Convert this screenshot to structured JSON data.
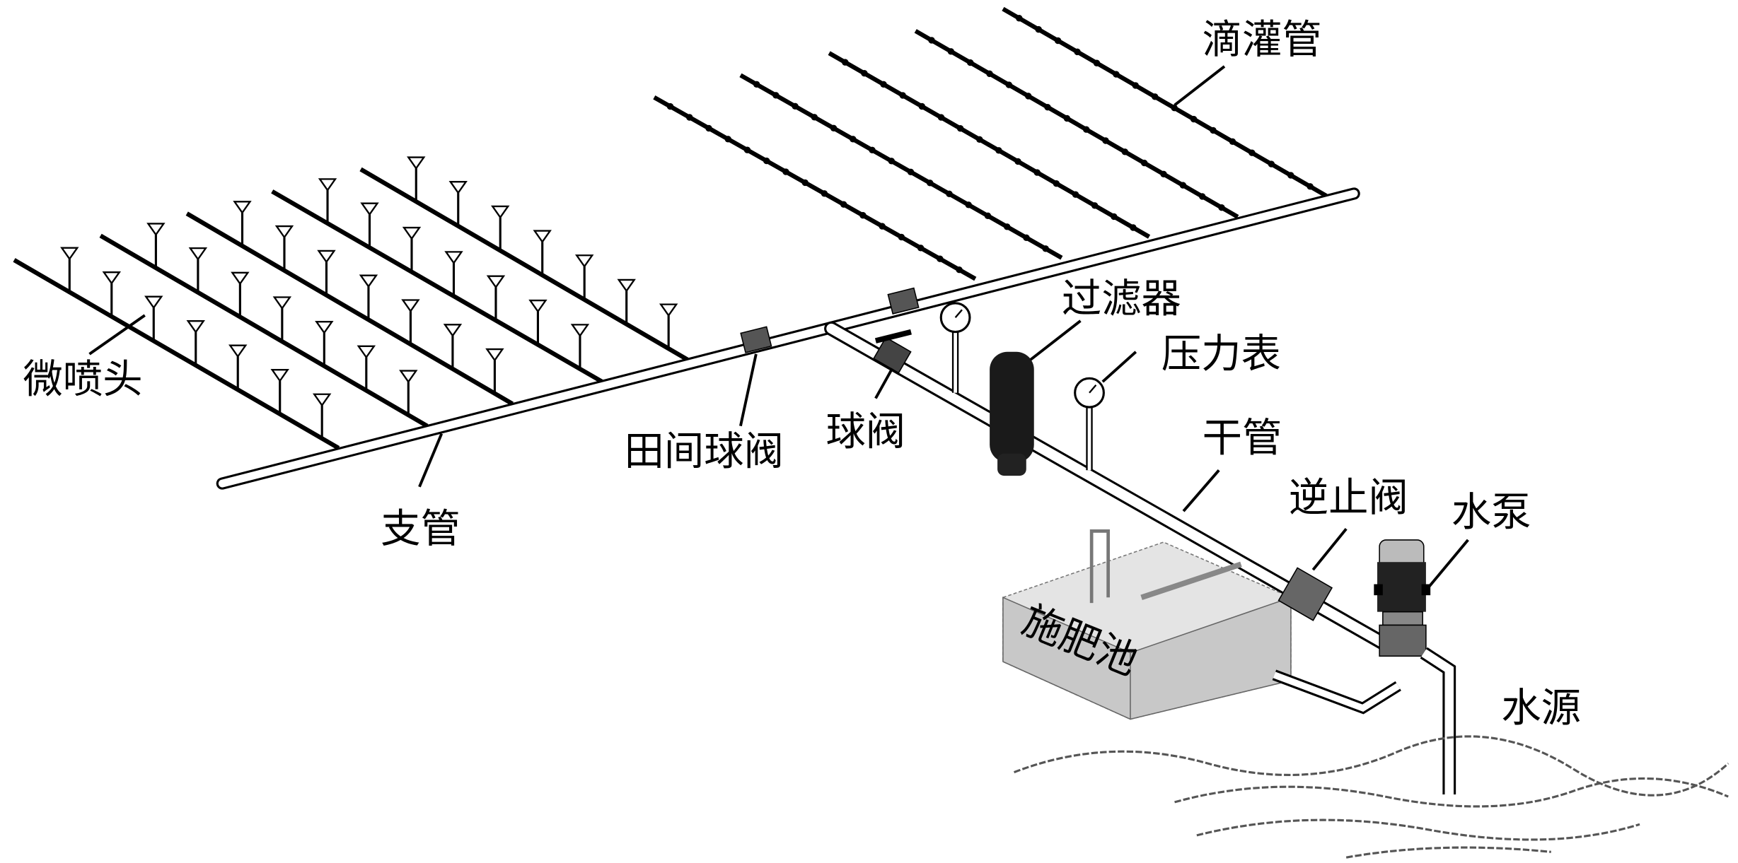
{
  "title": "滴灌与微喷灌系统示意图",
  "labels": {
    "drip_pipe": "滴灌管",
    "filter": "过滤器",
    "pressure_gauge": "压力表",
    "micro_sprinkler": "微喷头",
    "field_ball_valve": "田间球阀",
    "ball_valve": "球阀",
    "main_pipe": "干管",
    "branch_pipe": "支管",
    "check_valve": "逆止阀",
    "water_pump": "水泵",
    "fertilizer_tank": "施肥池",
    "water_source": "水源"
  },
  "colors": {
    "line": "#000000",
    "tank": "#cfcfcf",
    "filter": "#1a1a1a"
  }
}
